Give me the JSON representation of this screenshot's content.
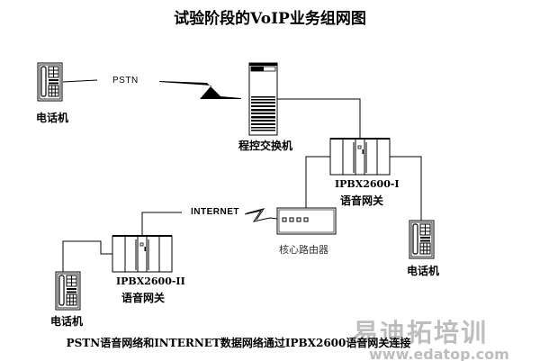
{
  "title": "试验阶段的VoIP业务组网图",
  "networks": {
    "pstn": "PSTN",
    "internet": "INTERNET"
  },
  "nodes": {
    "phone_left": "电话机",
    "phone_right": "电话机",
    "phone_bottom": "电话机",
    "switch": "程控交换机",
    "gateway1_model": "IPBX2600-I",
    "gateway1_type": "语音网关",
    "gateway2_model": "IPBX2600-II",
    "gateway2_type": "语音网关",
    "router": "核心路由器"
  },
  "caption": "PSTN语音网络和INTERNET数据网络通过IPBX2600语音网关连接",
  "watermark": {
    "cn": "易迪拓培训",
    "url": "www.edatop.com"
  }
}
